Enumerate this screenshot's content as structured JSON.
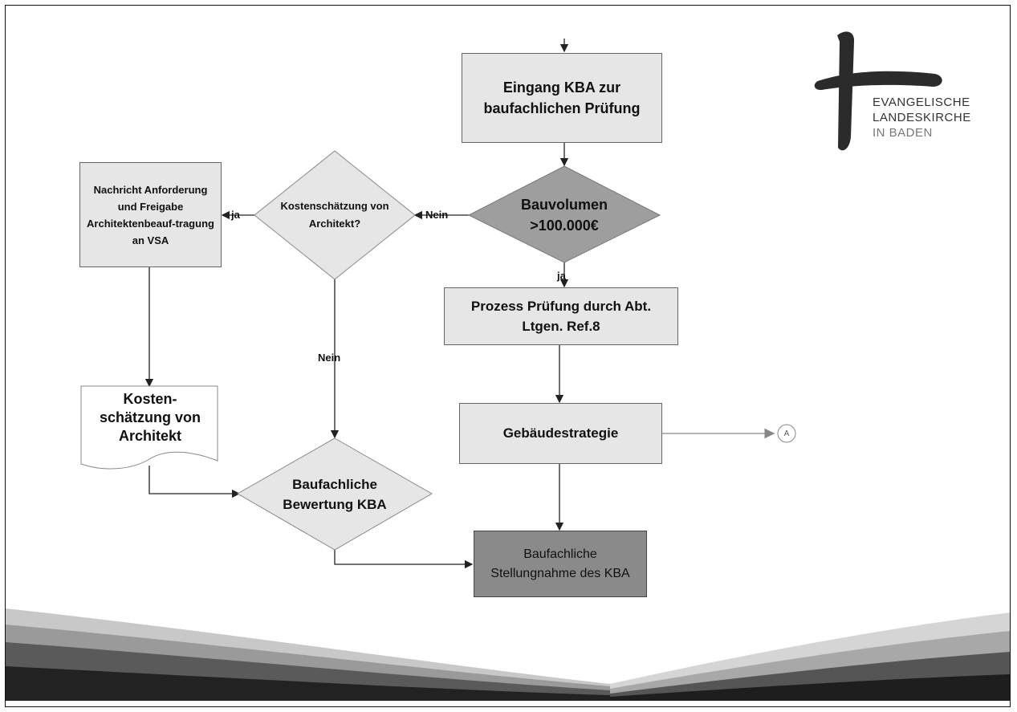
{
  "logo": {
    "line1": "EVANGELISCHE",
    "line2": "LANDESKIRCHE",
    "line3": "IN BADEN"
  },
  "nodes": {
    "eingang": "Eingang KBA zur baufachlichen Prüfung",
    "bauvolumen": "Bauvolumen >100.000€",
    "kostenschaetzung_frage": "Kostenschätzung von Architekt?",
    "nachricht": "Nachricht Anforderung und Freigabe Architektenbeauf-tragung an VSA",
    "prozess": "Prozess Prüfung durch Abt. Ltgen. Ref.8",
    "kosten_doc": "Kosten-schätzung von Architekt",
    "gebaeude": "Gebäudestrategie",
    "bewertung": "Baufachliche Bewertung KBA",
    "stellungnahme": "Baufachliche Stellungnahme des KBA",
    "connector": "A"
  },
  "edge_labels": {
    "nein_bauvolumen": "Nein",
    "ja_bauvolumen": "ja",
    "ja_kosten": "ja",
    "nein_kosten": "Nein"
  },
  "colors": {
    "light_fill": "#e6e6e6",
    "diamond_dark": "#9e9e9e",
    "stellungnahme_fill": "#8a8a8a"
  }
}
